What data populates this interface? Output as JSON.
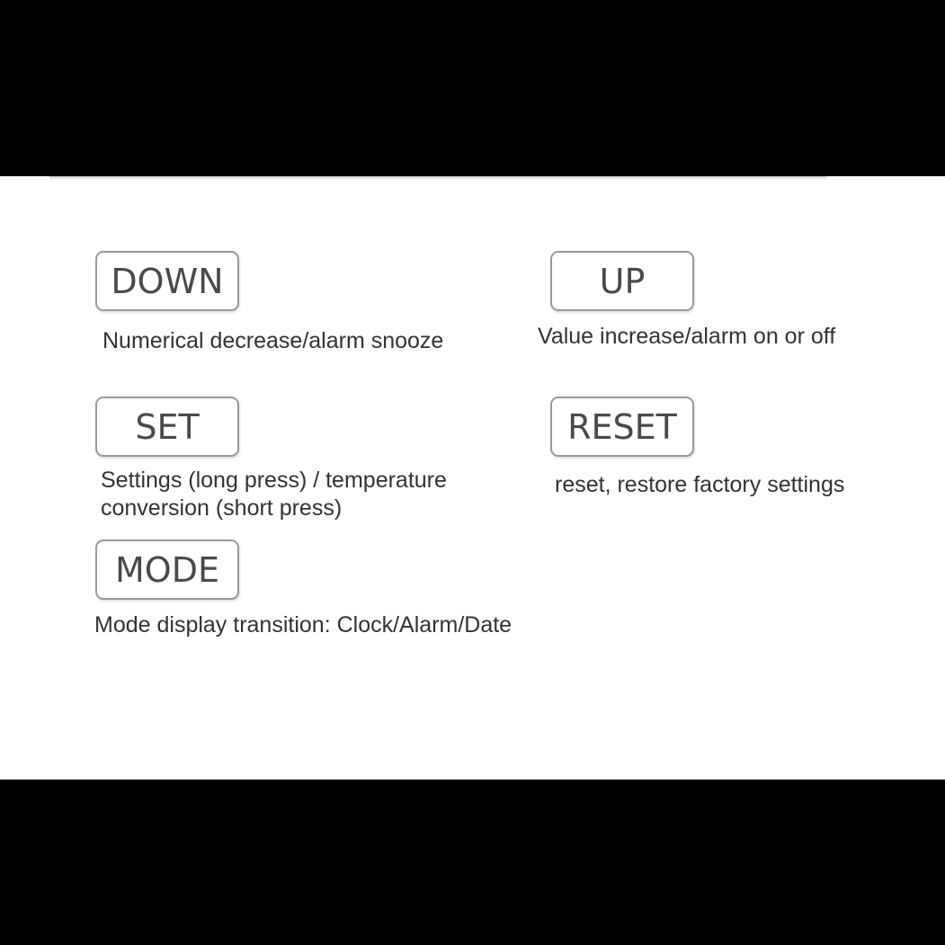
{
  "buttons": {
    "down": {
      "label": "DOWN",
      "description": "Numerical decrease/alarm snooze"
    },
    "up": {
      "label": "UP",
      "description": "Value increase/alarm on or off"
    },
    "set": {
      "label": "SET",
      "description": "Settings (long press) / temperature\nconversion (short press)"
    },
    "reset": {
      "label": "RESET",
      "description": "reset, restore factory settings"
    },
    "mode": {
      "label": "MODE",
      "description": "Mode display transition: Clock/Alarm/Date"
    }
  }
}
